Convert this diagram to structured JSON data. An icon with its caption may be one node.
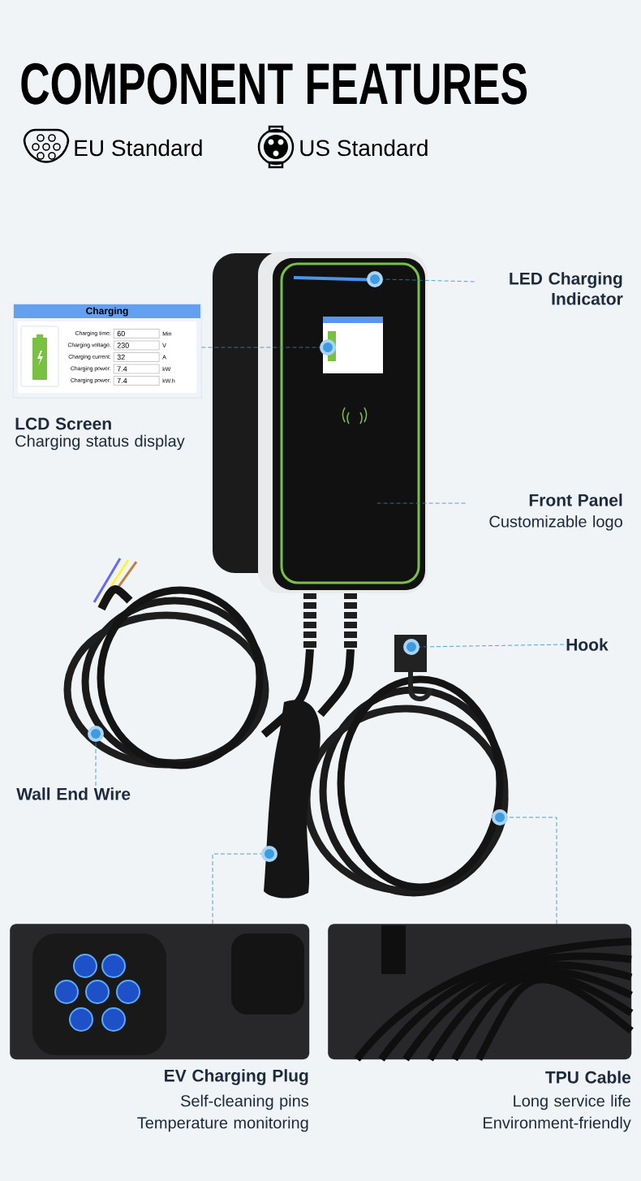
{
  "diagram": {
    "title": "COMPONENT FEATURES",
    "nodes": [
      {
        "text": [
          "LED Charging Indicator"
        ]
      },
      {
        "text": [],
        "shape": "circle"
      },
      {
        "text": [
          "Charging",
          "Charging time:",
          "60",
          "Min",
          "Charging voltage:",
          "230",
          "V",
          "Charging current:",
          "32",
          "A",
          "Charging power:",
          "7.4",
          "kW",
          "Charging power:",
          "7.4",
          "kW.h"
        ],
        "beside": [
          "LCD Screen",
          "Charging status display"
        ]
      },
      {
        "text": [],
        "shape": "circle"
      },
      {
        "text": [
          "Front Panel",
          "Customizable logo"
        ]
      },
      {
        "text": [],
        "shape": "circle"
      },
      {
        "text": [
          "Hook"
        ]
      },
      {
        "text": [],
        "shape": "circle"
      },
      {
        "text": [
          "Wall End Wire"
        ]
      },
      {
        "text": [],
        "shape": "circle"
      },
      {
        "text": [],
        "shape": "circle"
      },
      {
        "text": [],
        "shape": "picture",
        "beside": [
          "EV Charging Plug",
          "Self-cleaning pins",
          "Temperature monitoring"
        ]
      },
      {
        "text": [],
        "shape": "picture",
        "beside": [
          "TPU Cable",
          "Long service life",
          "Environment-friendly"
        ]
      }
    ],
    "edges": [
      {
        "from": 0,
        "to": 1,
        "arrow": "none",
        "style": "dashed"
      },
      {
        "from": 2,
        "to": 3,
        "arrow": "none",
        "style": "dashed"
      },
      {
        "from": 4,
        "to": null,
        "arrow": "none",
        "style": "dashed"
      },
      {
        "from": 6,
        "to": 5,
        "arrow": "none",
        "style": "dashed"
      },
      {
        "from": 8,
        "to": 7,
        "arrow": "none",
        "style": "dashed"
      },
      {
        "from": 11,
        "to": 10,
        "arrow": "none",
        "style": "dashed"
      },
      {
        "from": 12,
        "to": 9,
        "arrow": "none",
        "style": "dashed"
      }
    ],
    "labels": [
      "EU Standard",
      "US Standard"
    ]
  }
}
